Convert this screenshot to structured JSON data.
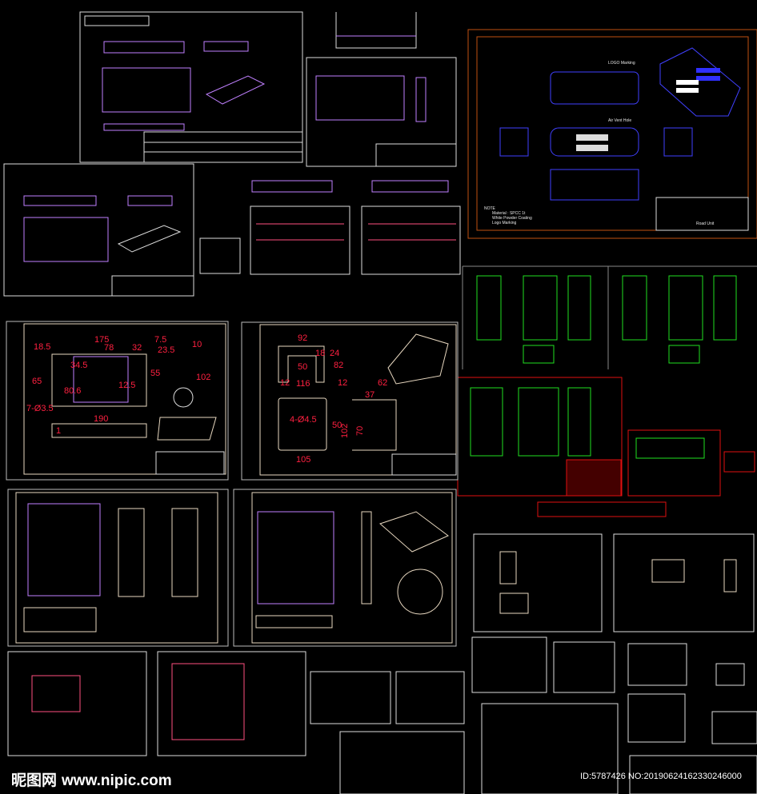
{
  "watermark": {
    "brand": "昵图网",
    "site": "www.nipic.com",
    "id": "ID:5787426 NO:20190624162330246000"
  },
  "colors": {
    "background": "#000000",
    "frame": "#d8c8b0",
    "part": "#c080ff",
    "dim": "#ff2040",
    "blue": "#3030ff",
    "green": "#20e020",
    "red": "#e01010",
    "orange": "#c05010"
  },
  "drawing_a": {
    "dims": [
      "175",
      "7.5",
      "18.5",
      "78",
      "32",
      "23.5",
      "10",
      "34.5",
      "65",
      "80.6",
      "12.5",
      "55",
      "102",
      "7-Ø3.5",
      "190",
      "1"
    ]
  },
  "drawing_b": {
    "dims": [
      "92",
      "24",
      "18",
      "50",
      "82",
      "12",
      "116",
      "12",
      "62",
      "37",
      "4-Ø4.5",
      "50",
      "102",
      "70",
      "105"
    ]
  },
  "drawing_blue": {
    "notes": [
      "NOTE",
      "Material : SPCC 1t",
      "White Powder Coating",
      "Logo Marking"
    ],
    "callouts": [
      "LOGO Marking",
      "Air Vent Hole"
    ],
    "label": "Road Unit"
  }
}
